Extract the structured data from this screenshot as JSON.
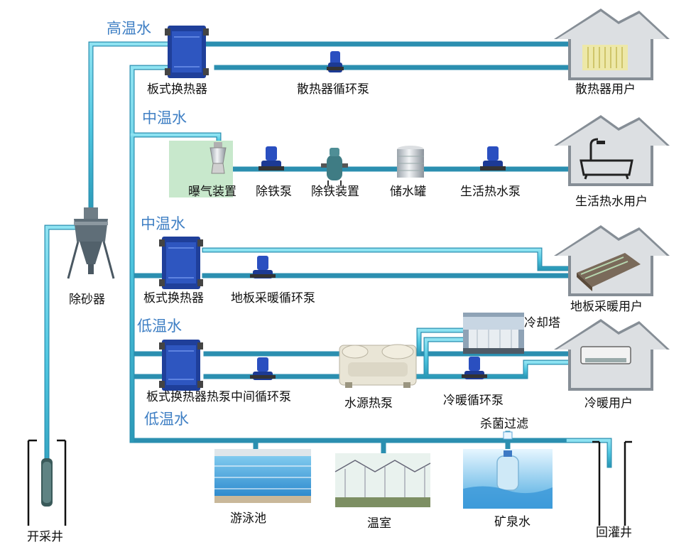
{
  "temperatures": {
    "high": "高温水",
    "mid1": "中温水",
    "mid2": "中温水",
    "low1": "低温水",
    "low2": "低温水"
  },
  "components": {
    "plate_hx_1": "板式换热器",
    "radiator_pump": "散热器循环泵",
    "aeration": "曝气装置",
    "iron_removal_pump": "除铁泵",
    "iron_removal_device": "除铁装置",
    "storage_tank": "储水罐",
    "hot_water_pump": "生活热水泵",
    "plate_hx_2": "板式换热器",
    "floor_heating_pump": "地板采暖循环泵",
    "plate_hx_heat_pump_label": "板式换热器热泵中间循环泵",
    "water_source_heat_pump": "水源热泵",
    "cooling_tower": "冷却塔",
    "cooling_heating_pump": "冷暖循环泵",
    "desander": "除砂器",
    "sterilize_filter": "杀菌过滤"
  },
  "users": {
    "radiator_user": "散热器用户",
    "hot_water_user": "生活热水用户",
    "floor_heating_user": "地板采暖用户",
    "cooling_heating_user": "冷暖用户"
  },
  "uses": {
    "pool": "游泳池",
    "greenhouse": "温室",
    "mineral_water": "矿泉水"
  },
  "wells": {
    "production": "开采井",
    "reinjection": "回灌井"
  },
  "colors": {
    "pipe": "#4fc6e0",
    "pipe_edge": "#2b8fb0",
    "exchanger": "#1f3f9a",
    "pump": "#2a4fc0",
    "house": "#808890",
    "temp_text": "#3f7fc4"
  }
}
